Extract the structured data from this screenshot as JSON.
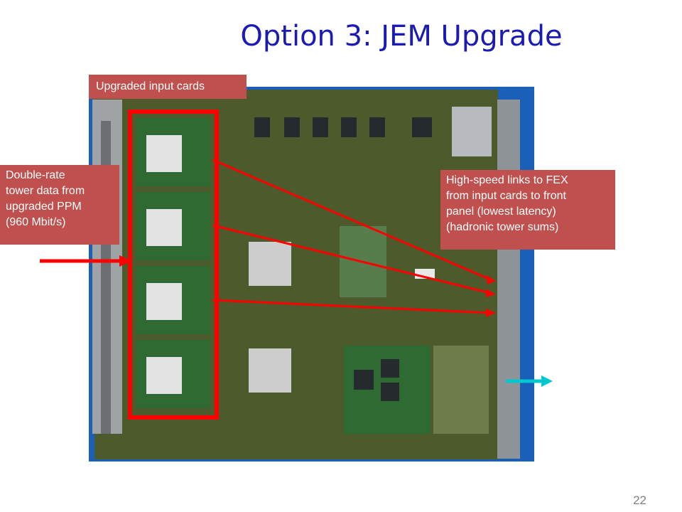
{
  "slide": {
    "title": "Option 3: JEM Upgrade",
    "page_number": "22"
  },
  "callouts": {
    "upgraded_input_cards": "Upgraded input cards",
    "double_rate": [
      "Double-rate",
      "tower data from",
      "upgraded PPM",
      "(960 Mbit/s)"
    ],
    "high_speed": [
      "High-speed links to FEX",
      "from input cards to front",
      "panel (lowest latency)",
      "(hadronic tower sums)"
    ]
  },
  "colors": {
    "title": "#1a1ab4",
    "callout_bg": "#c0504d",
    "highlight_red": "#ff0000",
    "output_arrow": "#00c8d0",
    "photo_bg": "#1a5fb8",
    "board": "#4d5a2c"
  }
}
